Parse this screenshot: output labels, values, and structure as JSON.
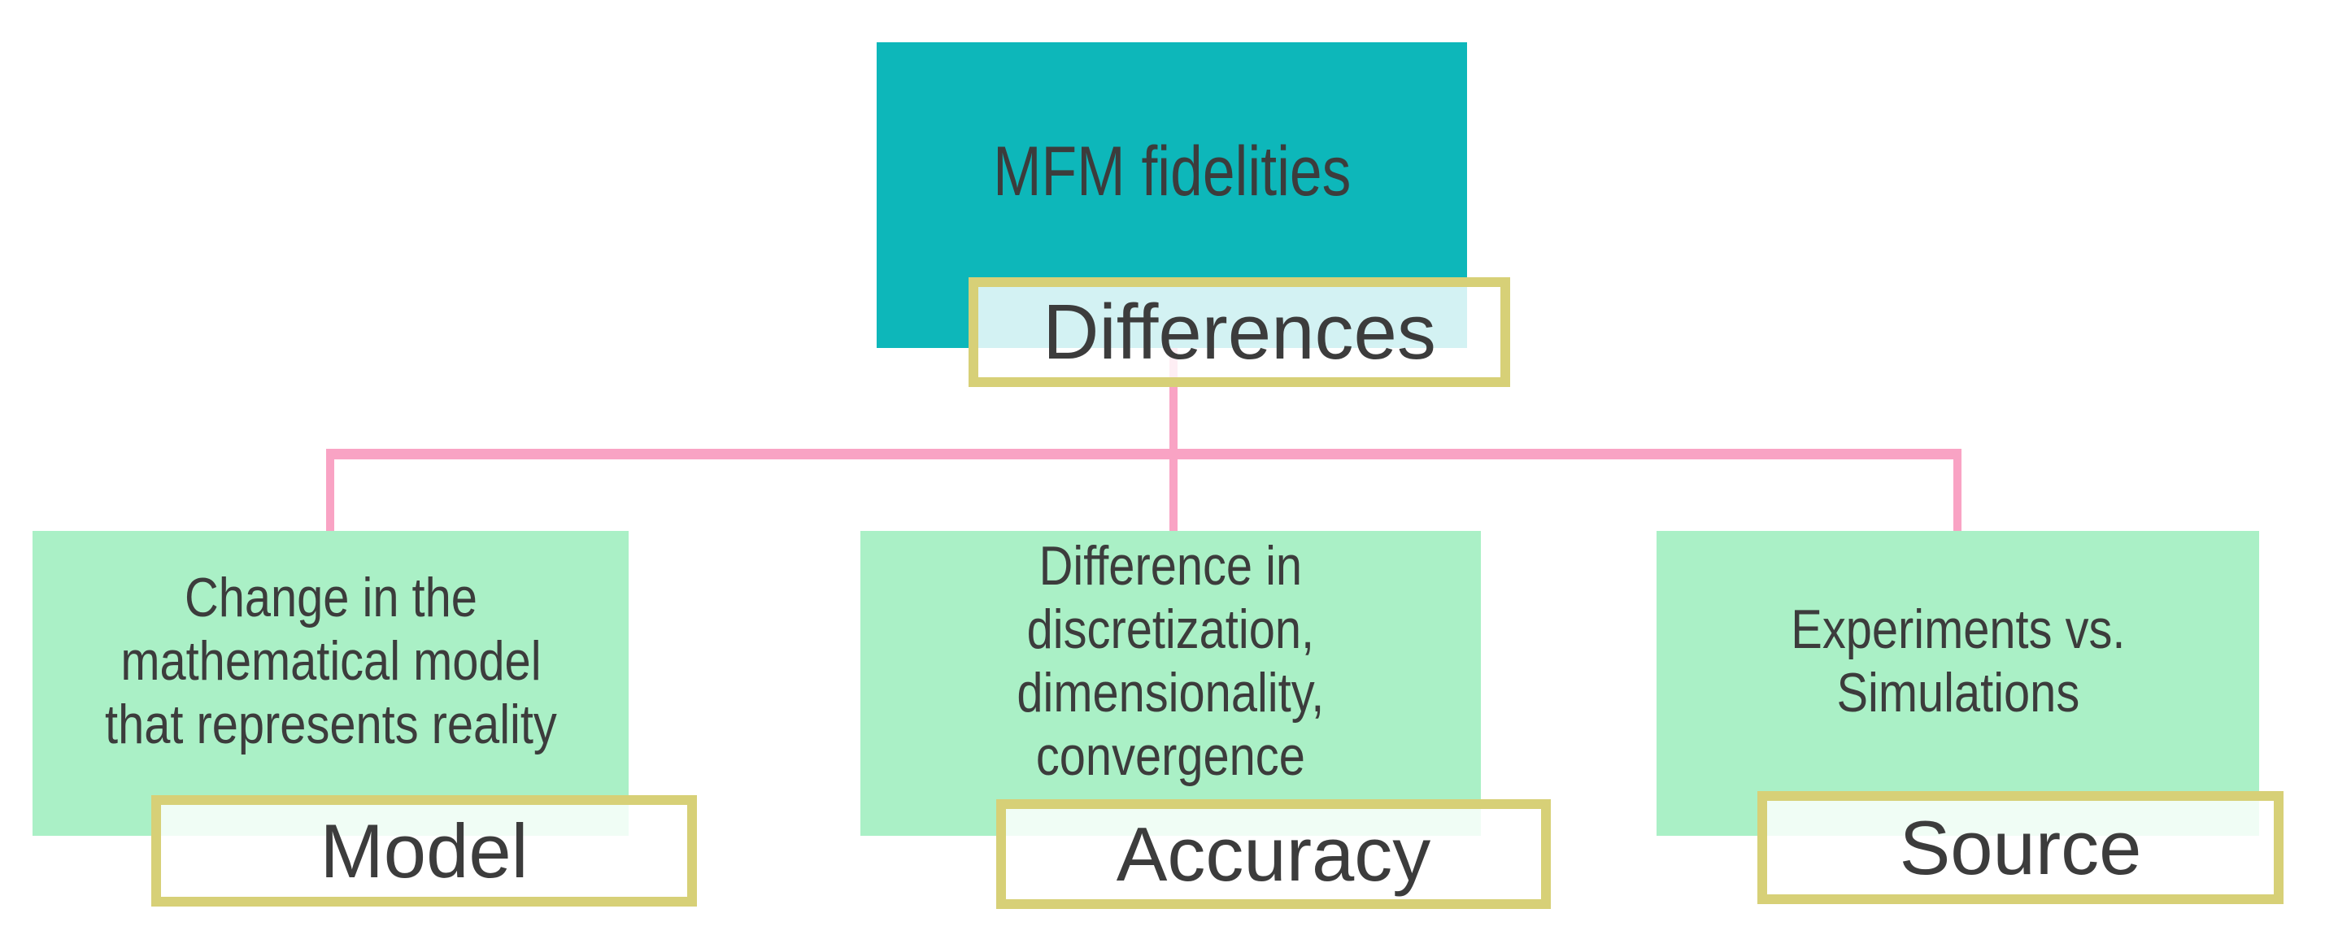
{
  "slide": {
    "root": {
      "title": "MFM fidelities",
      "label": "Differences"
    },
    "branches": [
      {
        "id": "model",
        "description": "Change in the\nmathematical model\nthat represents reality",
        "label": "Model"
      },
      {
        "id": "accuracy",
        "description": "Difference in\ndiscretization,\ndimensionality,\nconvergence",
        "label": "Accuracy"
      },
      {
        "id": "source",
        "description": "Experiments vs.\nSimulations",
        "label": "Source"
      }
    ],
    "colors": {
      "root_box_fill": "#0db7ba",
      "branch_box_fill": "#aaf0c6",
      "label_plate_border": "#d7d077",
      "label_plate_fill": "rgba(255,255,255,0.82)",
      "connector_pink": "#f9a3c4",
      "text": "#3c3c3c",
      "background": "#ffffff"
    }
  }
}
